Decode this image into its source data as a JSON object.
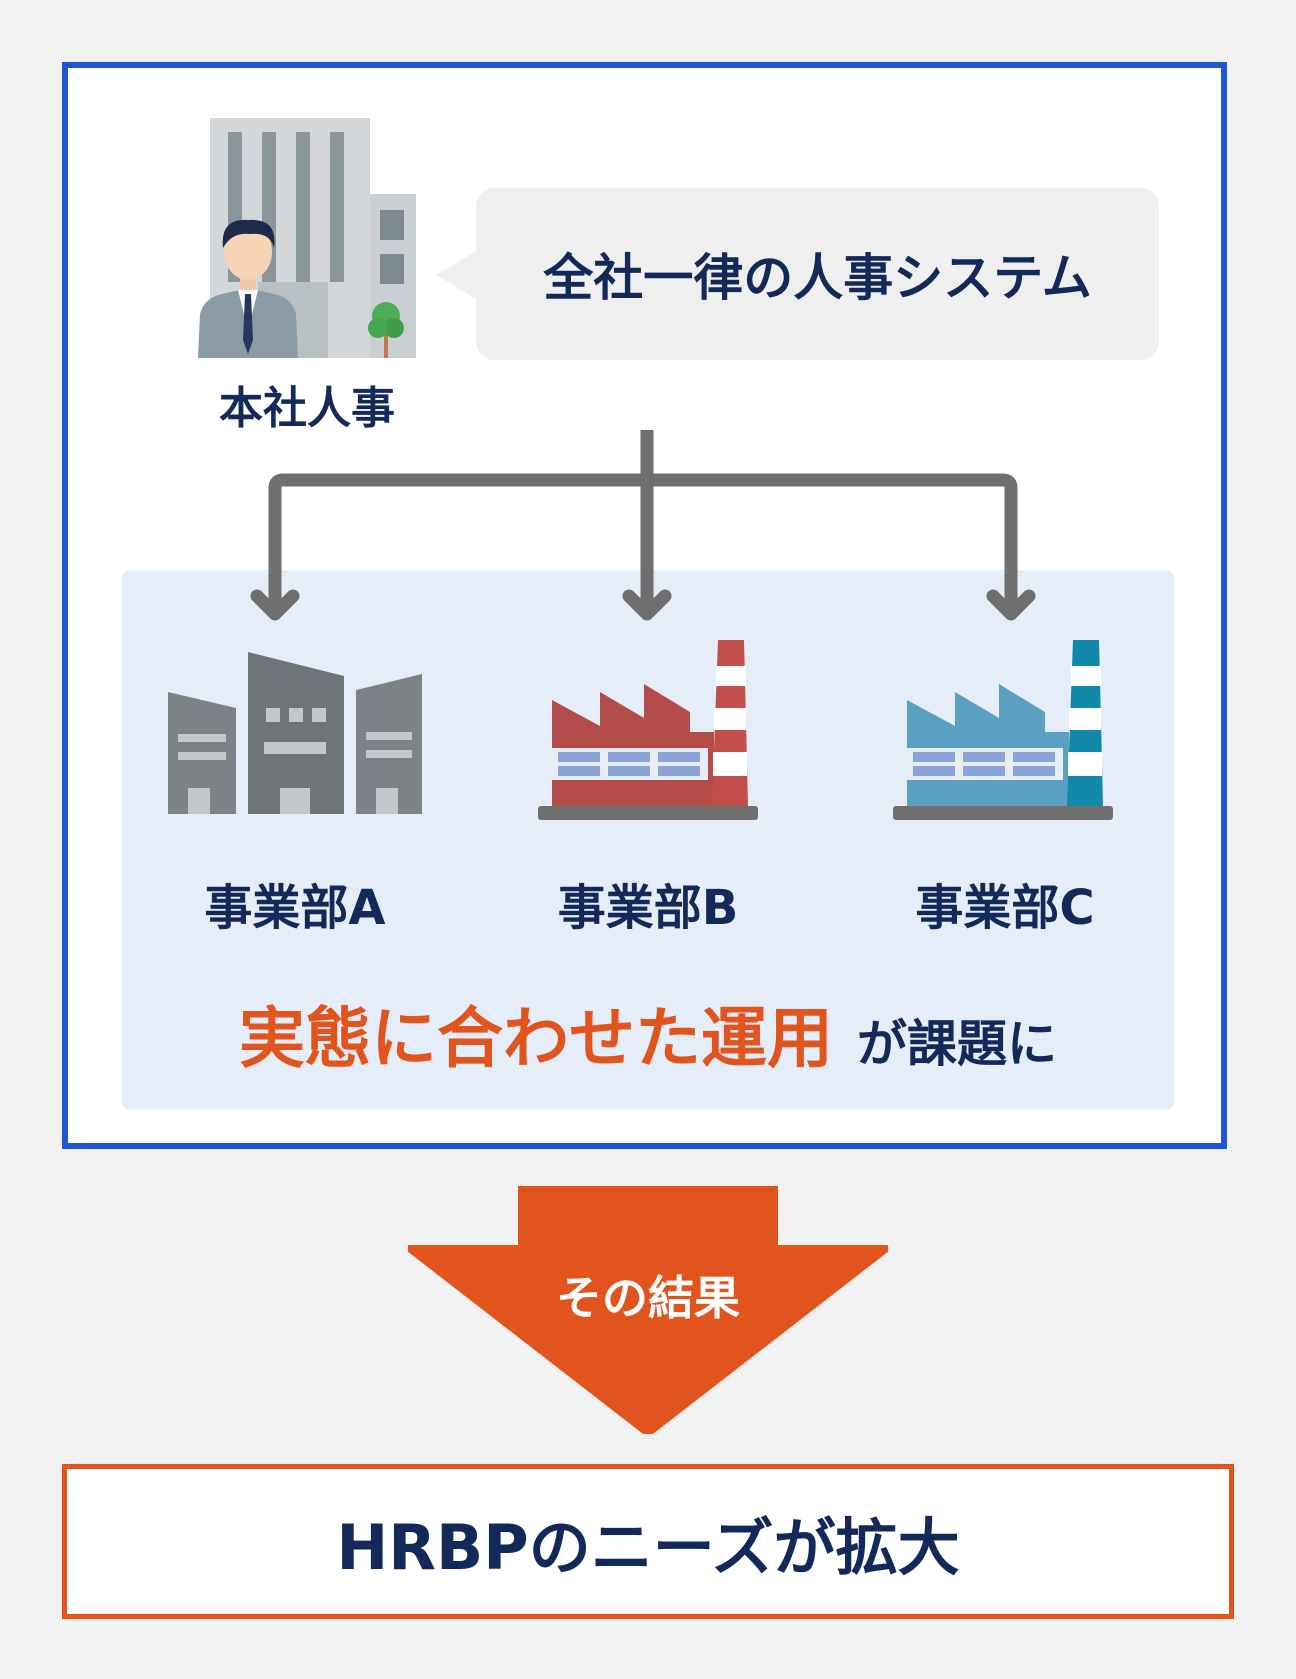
{
  "headquarters": {
    "label": "本社人事",
    "speech": "全社一律の人事システム"
  },
  "divisions": [
    {
      "label": "事業部A",
      "icon": "office-buildings-icon"
    },
    {
      "label": "事業部B",
      "icon": "factory-red-icon"
    },
    {
      "label": "事業部C",
      "icon": "factory-blue-icon"
    }
  ],
  "issue": {
    "highlight": "実態に合わせた運用",
    "rest": "が課題に"
  },
  "result": {
    "arrow_label": "その結果",
    "conclusion": "HRBPのニーズが拡大"
  },
  "colors": {
    "frame_blue": "#1f56d4",
    "accent_orange": "#e2541d",
    "text_navy": "#12295a",
    "panel_blue": "#e5edf8",
    "arrow_gray": "#6f6f6f"
  }
}
